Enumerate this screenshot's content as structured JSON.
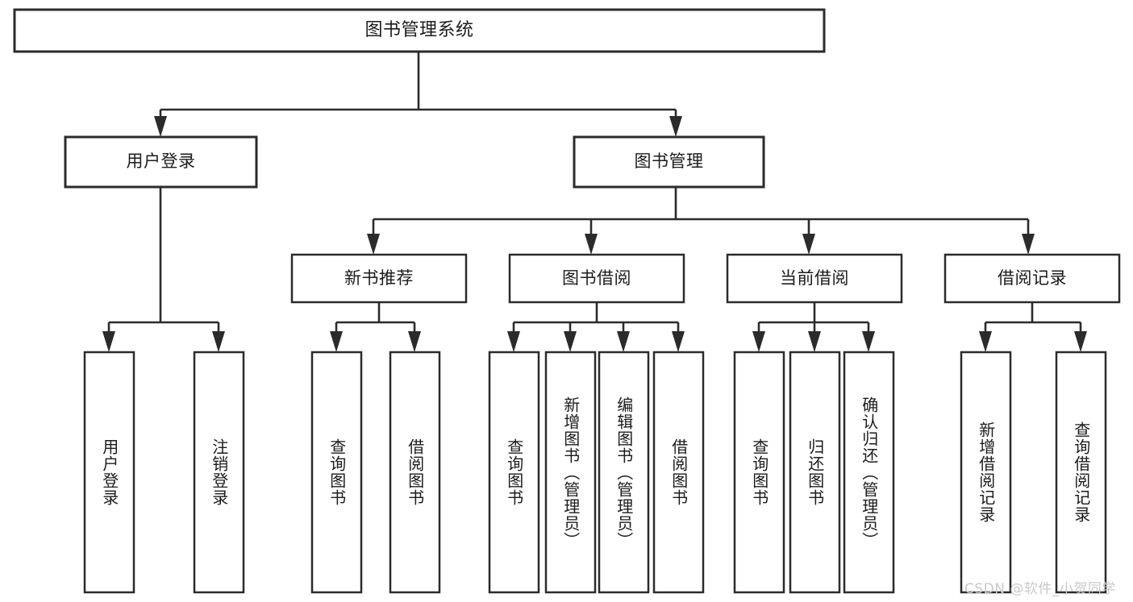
{
  "diagram": {
    "type": "tree",
    "title": "图书管理系统",
    "watermark": "CSDN @软件_小贺同学",
    "colors": {
      "stroke": "#2b2b2b",
      "box_fill": "#ffffff",
      "text": "#1b1b1b",
      "background": "#ffffff",
      "watermark": "#c9c9c9"
    },
    "root": {
      "label": "图书管理系统"
    },
    "level2": [
      {
        "label": "用户登录"
      },
      {
        "label": "图书管理"
      }
    ],
    "level3": [
      {
        "label": "新书推荐"
      },
      {
        "label": "图书借阅"
      },
      {
        "label": "当前借阅"
      },
      {
        "label": "借阅记录"
      }
    ],
    "leaves": {
      "user_login": [
        {
          "label": "用户登录"
        },
        {
          "label": "注销登录"
        }
      ],
      "new_book_recommend": [
        {
          "label": "查询图书"
        },
        {
          "label": "借阅图书"
        }
      ],
      "book_borrow": [
        {
          "label": "查询图书"
        },
        {
          "label": "新增图书（管理员）"
        },
        {
          "label": "编辑图书（管理员）"
        },
        {
          "label": "借阅图书"
        }
      ],
      "current_borrow": [
        {
          "label": "查询图书"
        },
        {
          "label": "归还图书"
        },
        {
          "label": "确认归还（管理员）"
        }
      ],
      "borrow_record": [
        {
          "label": "新增借阅记录"
        },
        {
          "label": "查询借阅记录"
        }
      ]
    }
  }
}
